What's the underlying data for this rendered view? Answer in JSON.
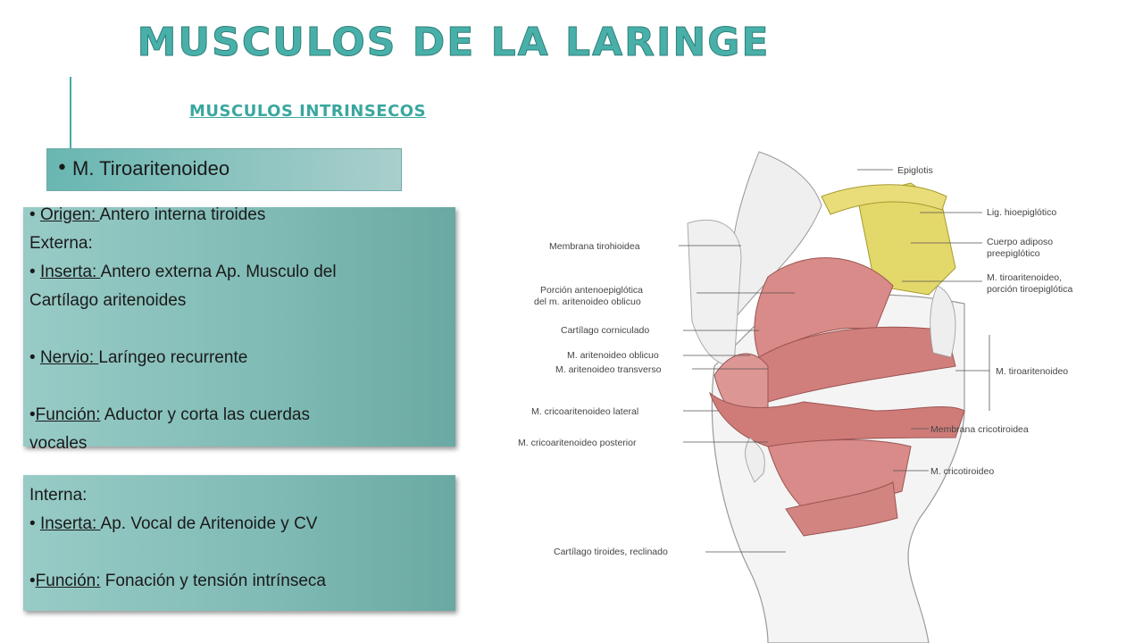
{
  "title": "MUSCULOS DE LA LARINGE",
  "subtitle": "MUSCULOS INTRINSECOS",
  "muscle": {
    "bullet": "•",
    "name": "M. Tiroaritenoideo"
  },
  "externa": {
    "origen_label": " Origen: ",
    "origen_text": " Antero interna tiroides",
    "heading": "Externa:",
    "inserta_label": " Inserta: ",
    "inserta_text": " Antero externa Ap. Musculo del",
    "inserta_text2": "Cartílago aritenoides",
    "nervio_label": "Nervio: ",
    "nervio_text": "Laríngeo  recurrente",
    "funcion_label": "Función:",
    "funcion_text": " Aductor  y corta las cuerdas",
    "funcion_text2": "vocales"
  },
  "interna": {
    "heading": "Interna:",
    "inserta_label": " Inserta: ",
    "inserta_text": " Ap. Vocal de Aritenoide y CV",
    "funcion_label": "Función:",
    "funcion_text": " Fonación y tensión intrínseca"
  },
  "diagram": {
    "labels_left": [
      "Membrana tirohioidea",
      "Porción antenoepiglótica",
      "del m. aritenoideo oblicuo",
      "Cartílago corniculado",
      "M. aritenoideo oblicuo",
      "M. aritenoideo transverso",
      "M. cricoaritenoideo lateral",
      "M. cricoaritenoideo posterior",
      "Cartílago tiroides, reclinado"
    ],
    "labels_right": [
      "Epiglotis",
      "Lig. hioepiglótico",
      "Cuerpo adiposo",
      "preepiglótico",
      "M. tiroaritenoideo,",
      "porción tiroepiglótica",
      "M. tiroaritenoideo",
      "Membrana cricotiroidea",
      "M. cricotiroideo"
    ]
  }
}
